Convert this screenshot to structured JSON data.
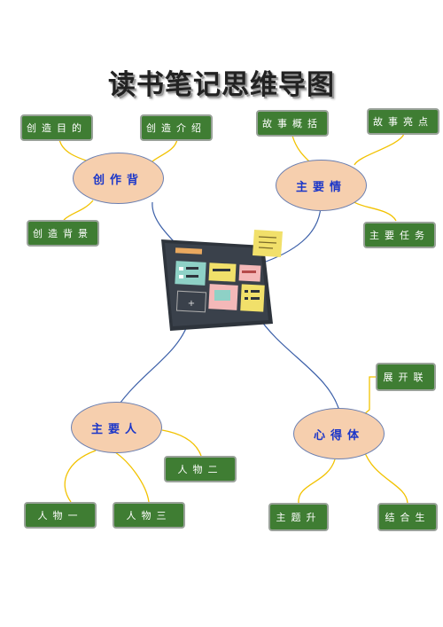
{
  "title": "读书笔记思维导图",
  "nodes": {
    "background": "创作背",
    "story": "主要情",
    "characters": "主要人",
    "insight": "心得体"
  },
  "leaves": {
    "purpose": "创造目的",
    "intro": "创造介绍",
    "bg": "创造背景",
    "summary": "故事概括",
    "highlight": "故事亮点",
    "task": "主要任务",
    "person1": "人物一",
    "person2": "人物二",
    "person3": "人物三",
    "expand": "展开联",
    "theme": "主题升",
    "combine": "结合生"
  },
  "colors": {
    "leaf_fill": "#3f7d33",
    "node_fill": "#f6cfae",
    "node_text": "#1b36c9",
    "yellow_link": "#f2c200",
    "blue_link": "#3b5fa8"
  },
  "icons": [
    "tablet-illustration-icon",
    "sticky-note-icon"
  ]
}
